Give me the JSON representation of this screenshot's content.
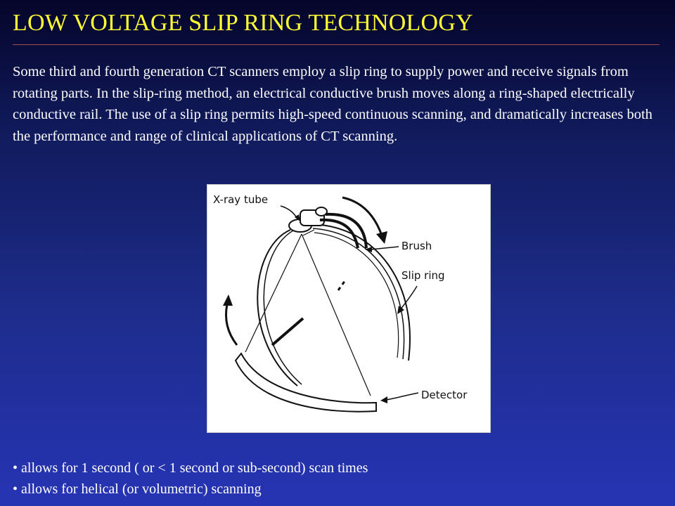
{
  "slide": {
    "title": "LOW VOLTAGE SLIP RING TECHNOLOGY",
    "body": "Some third and fourth generation CT scanners employ a slip ring to supply power and receive signals from rotating parts. In the slip-ring method, an electrical conductive brush moves along a ring-shaped electrically conductive rail. The use of a slip ring permits high-speed continuous scanning, and dramatically increases both the performance and range of clinical applications of CT scanning.",
    "bullets": [
      "allows for 1 second ( or < 1 second or sub-second) scan times",
      "allows for helical (or volumetric) scanning"
    ]
  },
  "figure": {
    "labels": {
      "xray_tube": "X-ray tube",
      "brush": "Brush",
      "slip_ring": "Slip ring",
      "detector": "Detector"
    }
  },
  "colors": {
    "title": "#ffff33",
    "text": "#ffffff",
    "background_top": "#05052a",
    "background_bottom": "#2634b4"
  }
}
